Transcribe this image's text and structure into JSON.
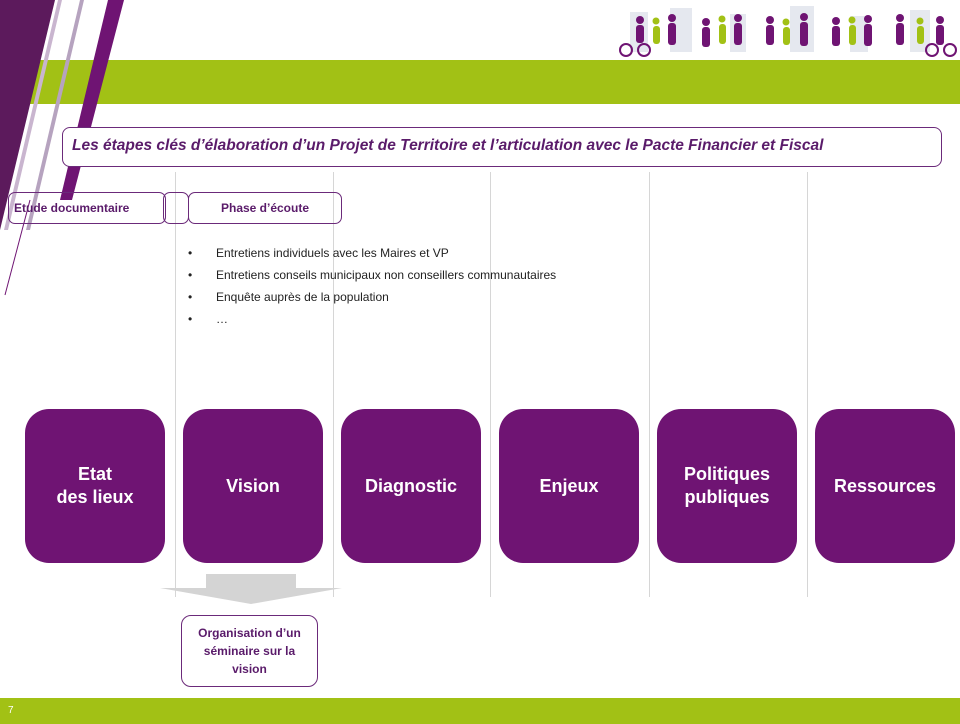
{
  "title": "Les étapes clés d’élaboration d’un Projet de Territoire et l’articulation avec le Pacte Financier et Fiscal",
  "phases": {
    "etude": "Etude documentaire",
    "ecoute": "Phase d’écoute"
  },
  "ecoute_items": [
    "Entretiens individuels avec les Maires et VP",
    "Entretiens conseils municipaux non conseillers communautaires",
    "Enquête auprès de la population",
    "…"
  ],
  "stages": [
    "Etat\ndes lieux",
    "Vision",
    "Diagnostic",
    "Enjeux",
    "Politiques\npubliques",
    "Ressources"
  ],
  "seminaire": "Organisation d’un\nséminaire sur la\nvision",
  "page_number": "7",
  "colors": {
    "accent_green": "#a2c115",
    "stage_purple": "#6f1473",
    "text_purple": "#5a1b6a"
  },
  "icons": {
    "header_illustration": "people-crowd-illustration"
  }
}
